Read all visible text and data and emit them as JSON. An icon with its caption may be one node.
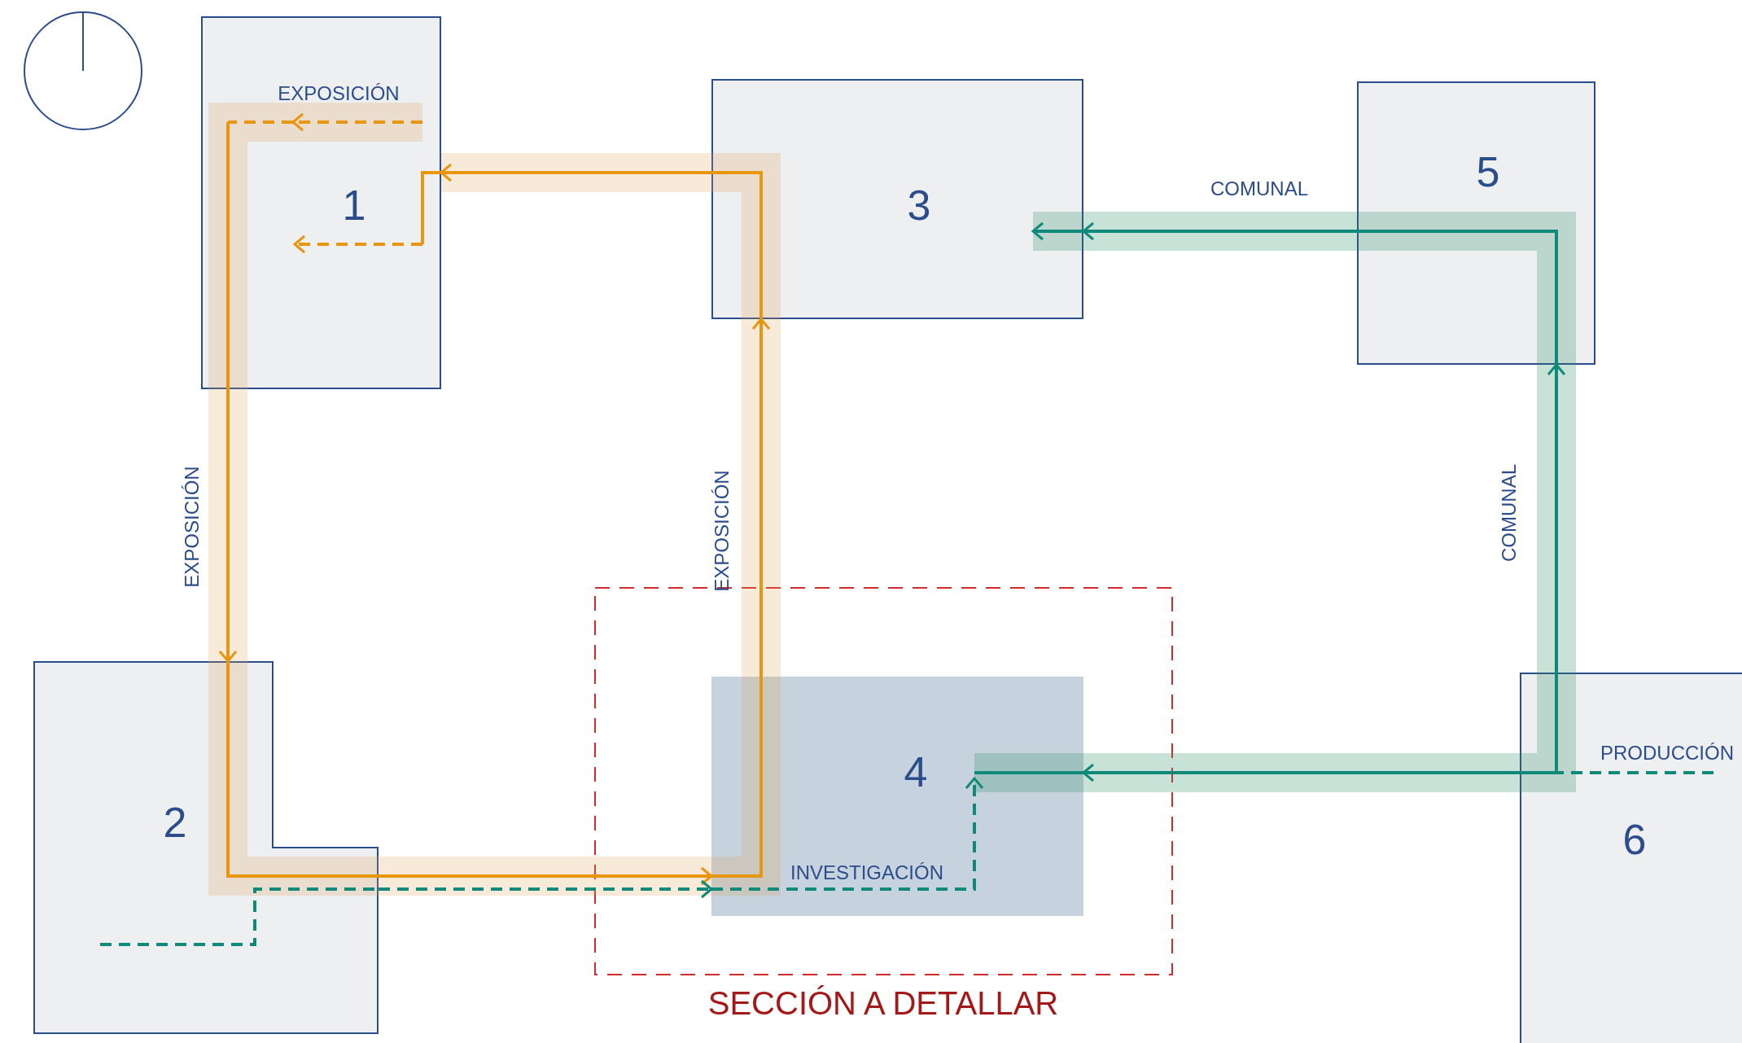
{
  "diagram": {
    "nodes": [
      {
        "text": [
          "1"
        ]
      },
      {
        "text": [
          "2"
        ]
      },
      {
        "text": [
          "3"
        ]
      },
      {
        "text": [
          "SECCIÓN A DETALLAR"
        ]
      },
      {
        "text": [
          "4"
        ],
        "in": 3
      },
      {
        "text": [
          "5"
        ]
      },
      {
        "text": [
          "6"
        ]
      }
    ],
    "edges": [
      {
        "from": 0,
        "to": 1,
        "arrow": "to",
        "label": "EXPOSICIÓN"
      },
      {
        "from": 1,
        "to": 4,
        "arrow": "to"
      },
      {
        "from": 4,
        "to": 2,
        "arrow": "to",
        "label": "EXPOSICIÓN"
      },
      {
        "from": 2,
        "to": 0,
        "arrow": "to"
      },
      {
        "from": 6,
        "to": 5,
        "arrow": "to",
        "label": "COMUNAL",
        "color": "#0f8a7a"
      },
      {
        "from": 5,
        "to": 2,
        "arrow": "to",
        "label": "COMUNAL",
        "color": "#0f8a7a"
      },
      {
        "from": 6,
        "to": 4,
        "arrow": "to",
        "color": "#0f8a7a"
      },
      {
        "from": 1,
        "to": 4,
        "arrow": "to",
        "label": "INVESTIGACIÓN",
        "style": "dashed",
        "color": "#0f8a7a"
      }
    ],
    "labels": [
      "EXPOSICIÓN",
      "PRODUCCIÓN"
    ]
  }
}
